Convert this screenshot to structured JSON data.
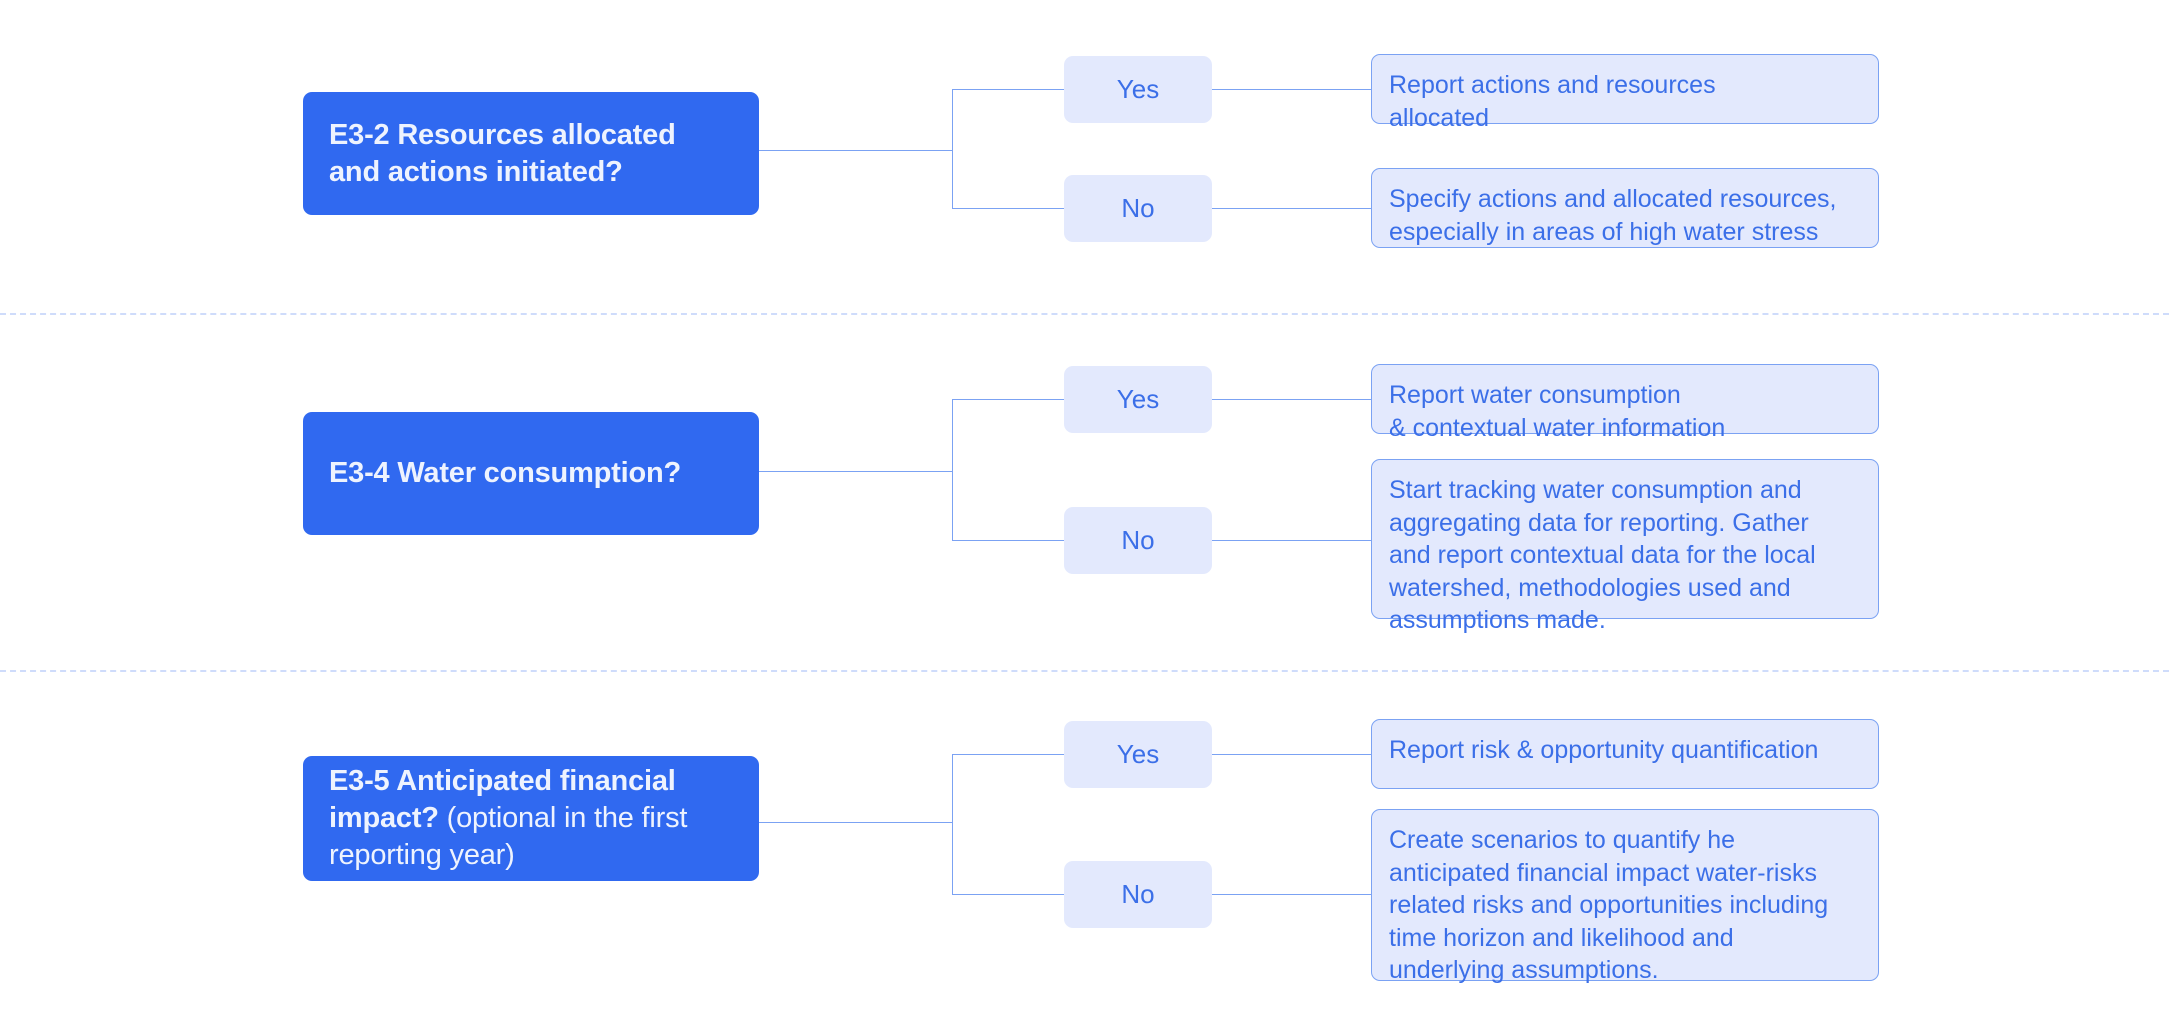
{
  "diagram": {
    "title": "ESRS E3 water disclosure decision tree",
    "colors": {
      "question_fill": "#3069f0",
      "question_text": "#eef3fe",
      "light_fill": "#e3e9fd",
      "outline": "#7ba2f3",
      "accent_text": "#3b6fe8",
      "divider": "#cfdcfb",
      "background": "#ffffff"
    },
    "branch_labels": {
      "yes": "Yes",
      "no": "No"
    },
    "sections": [
      {
        "id": "e3-2",
        "question_bold": "E3-2 Resources allocated and actions initiated?",
        "question_regular": "",
        "yes_label": "Yes",
        "no_label": "No",
        "yes_outcome": "Report actions and resources\nallocated",
        "no_outcome": "Specify actions and allocated resources,\nespecially in areas of high water stress"
      },
      {
        "id": "e3-4",
        "question_bold": "E3-4 Water consumption?",
        "question_regular": "",
        "yes_label": "Yes",
        "no_label": "No",
        "yes_outcome": "Report water consumption\n& contextual water information",
        "no_outcome": "Start tracking water consumption and\naggregating data for reporting. Gather\nand report contextual data for the local\nwatershed, methodologies used and\nassumptions made."
      },
      {
        "id": "e3-5",
        "question_bold": "E3-5 Anticipated financial impact?",
        "question_regular": " (optional in the first reporting year)",
        "yes_label": "Yes",
        "no_label": "No",
        "yes_outcome": "Report risk & opportunity quantification",
        "no_outcome": "Create scenarios to quantify he\nanticipated financial impact water-risks\nrelated risks and opportunities including\ntime horizon and likelihood and\nunderlying assumptions."
      }
    ]
  }
}
